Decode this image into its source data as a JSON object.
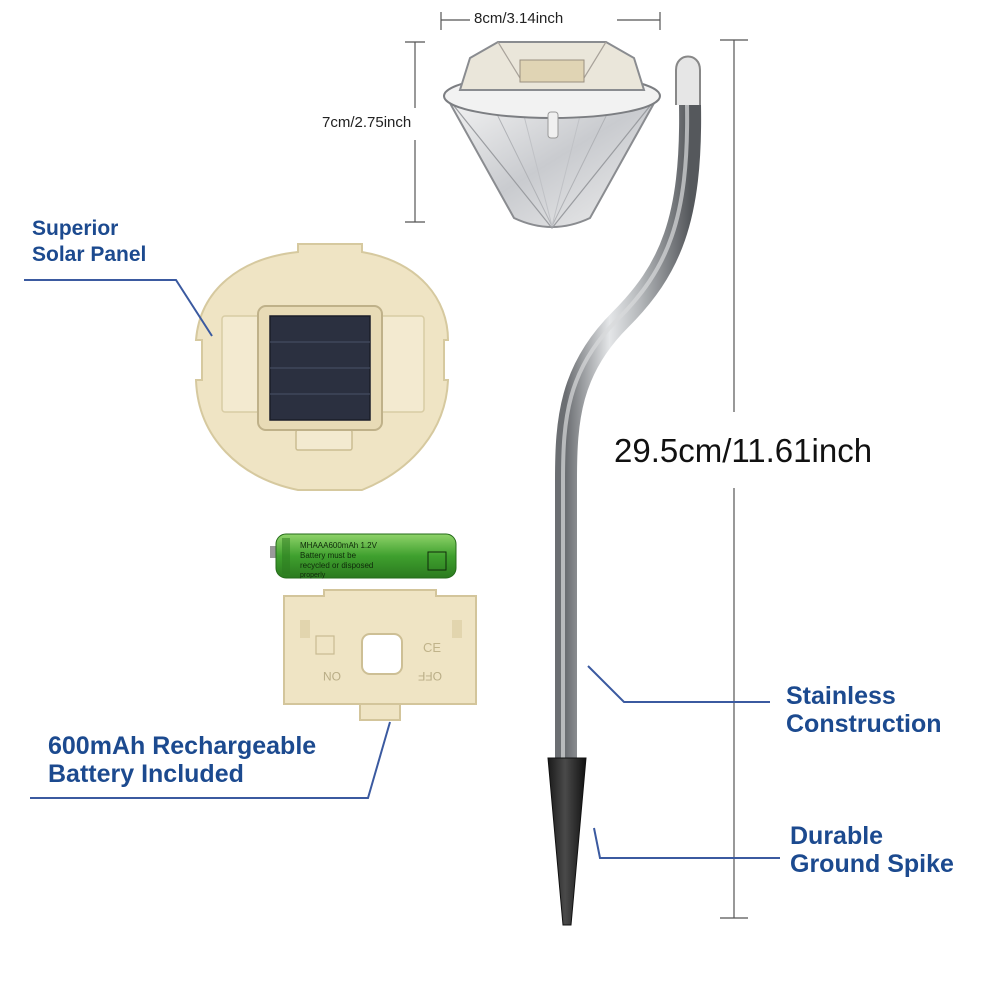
{
  "dimensions": {
    "width": "8cm/3.14inch",
    "height": "7cm/2.75inch",
    "total_height": "29.5cm/11.61inch"
  },
  "callouts": {
    "solar_panel": [
      "Superior",
      "Solar Panel"
    ],
    "battery": [
      "600mAh Rechargeable",
      "Battery Included"
    ],
    "stainless": [
      "Stainless",
      "Construction"
    ],
    "spike": [
      "Durable",
      "Ground Spike"
    ]
  },
  "battery_print": {
    "line1": "MHAAA600mAh 1.2V",
    "line2": "Battery must be",
    "line3": "recycled or disposed",
    "line4": "properly"
  },
  "switch_print": {
    "on": "ON",
    "off": "OFF"
  },
  "colors": {
    "callout_text": "#1c4a8f",
    "callout_line": "#3b5aa0",
    "housing": "#efe4c4",
    "solar_cell": "#2b3040",
    "battery": "#4caf3a",
    "stake": "#a7a9ac",
    "spike": "#2a2a2a"
  }
}
